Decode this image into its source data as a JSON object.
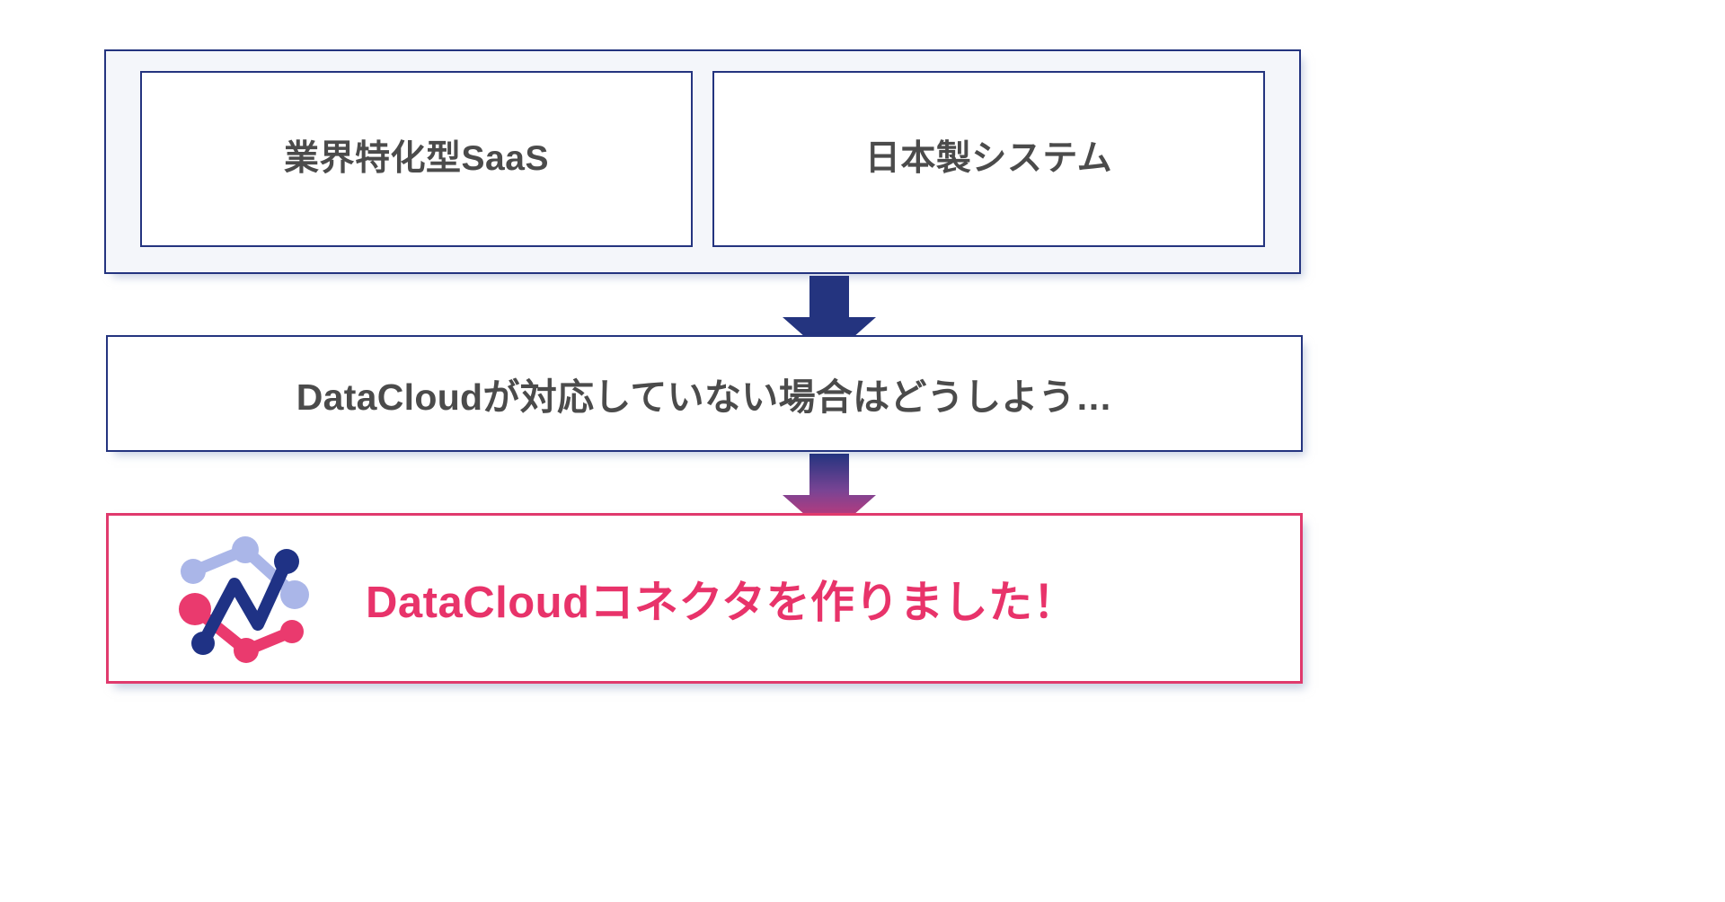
{
  "slide": {
    "top_group": {
      "cells": [
        {
          "label": "業界特化型SaaS",
          "icon": "none"
        },
        {
          "label": "日本製システム",
          "icon": "none"
        }
      ]
    },
    "arrows": [
      {
        "name": "arrow-down-navy",
        "style": "solid",
        "color_top": "#24347f",
        "color_bottom": "#24347f"
      },
      {
        "name": "arrow-down-gradient",
        "style": "gradient",
        "color_top": "#24347f",
        "color_bottom": "#e8336a"
      }
    ],
    "middle_box": {
      "label": "DataCloudが対応していない場合はどうしよう…",
      "text_color": "#4b4b4b",
      "border_color": "#24347f"
    },
    "bottom_box": {
      "logo_icon": "network-chart-logo-icon",
      "label": "DataCloudコネクタを作りました！",
      "text_color": "#e8336a",
      "border_color": "#e03a6d"
    },
    "colors": {
      "navy": "#24347f",
      "pink": "#e8336a",
      "gray_text": "#4b4b4b",
      "panel_bg": "#f4f6fa",
      "logo_light_blue": "#aab6e8",
      "logo_navy": "#1f3285",
      "logo_pink": "#ea3a6e"
    }
  }
}
